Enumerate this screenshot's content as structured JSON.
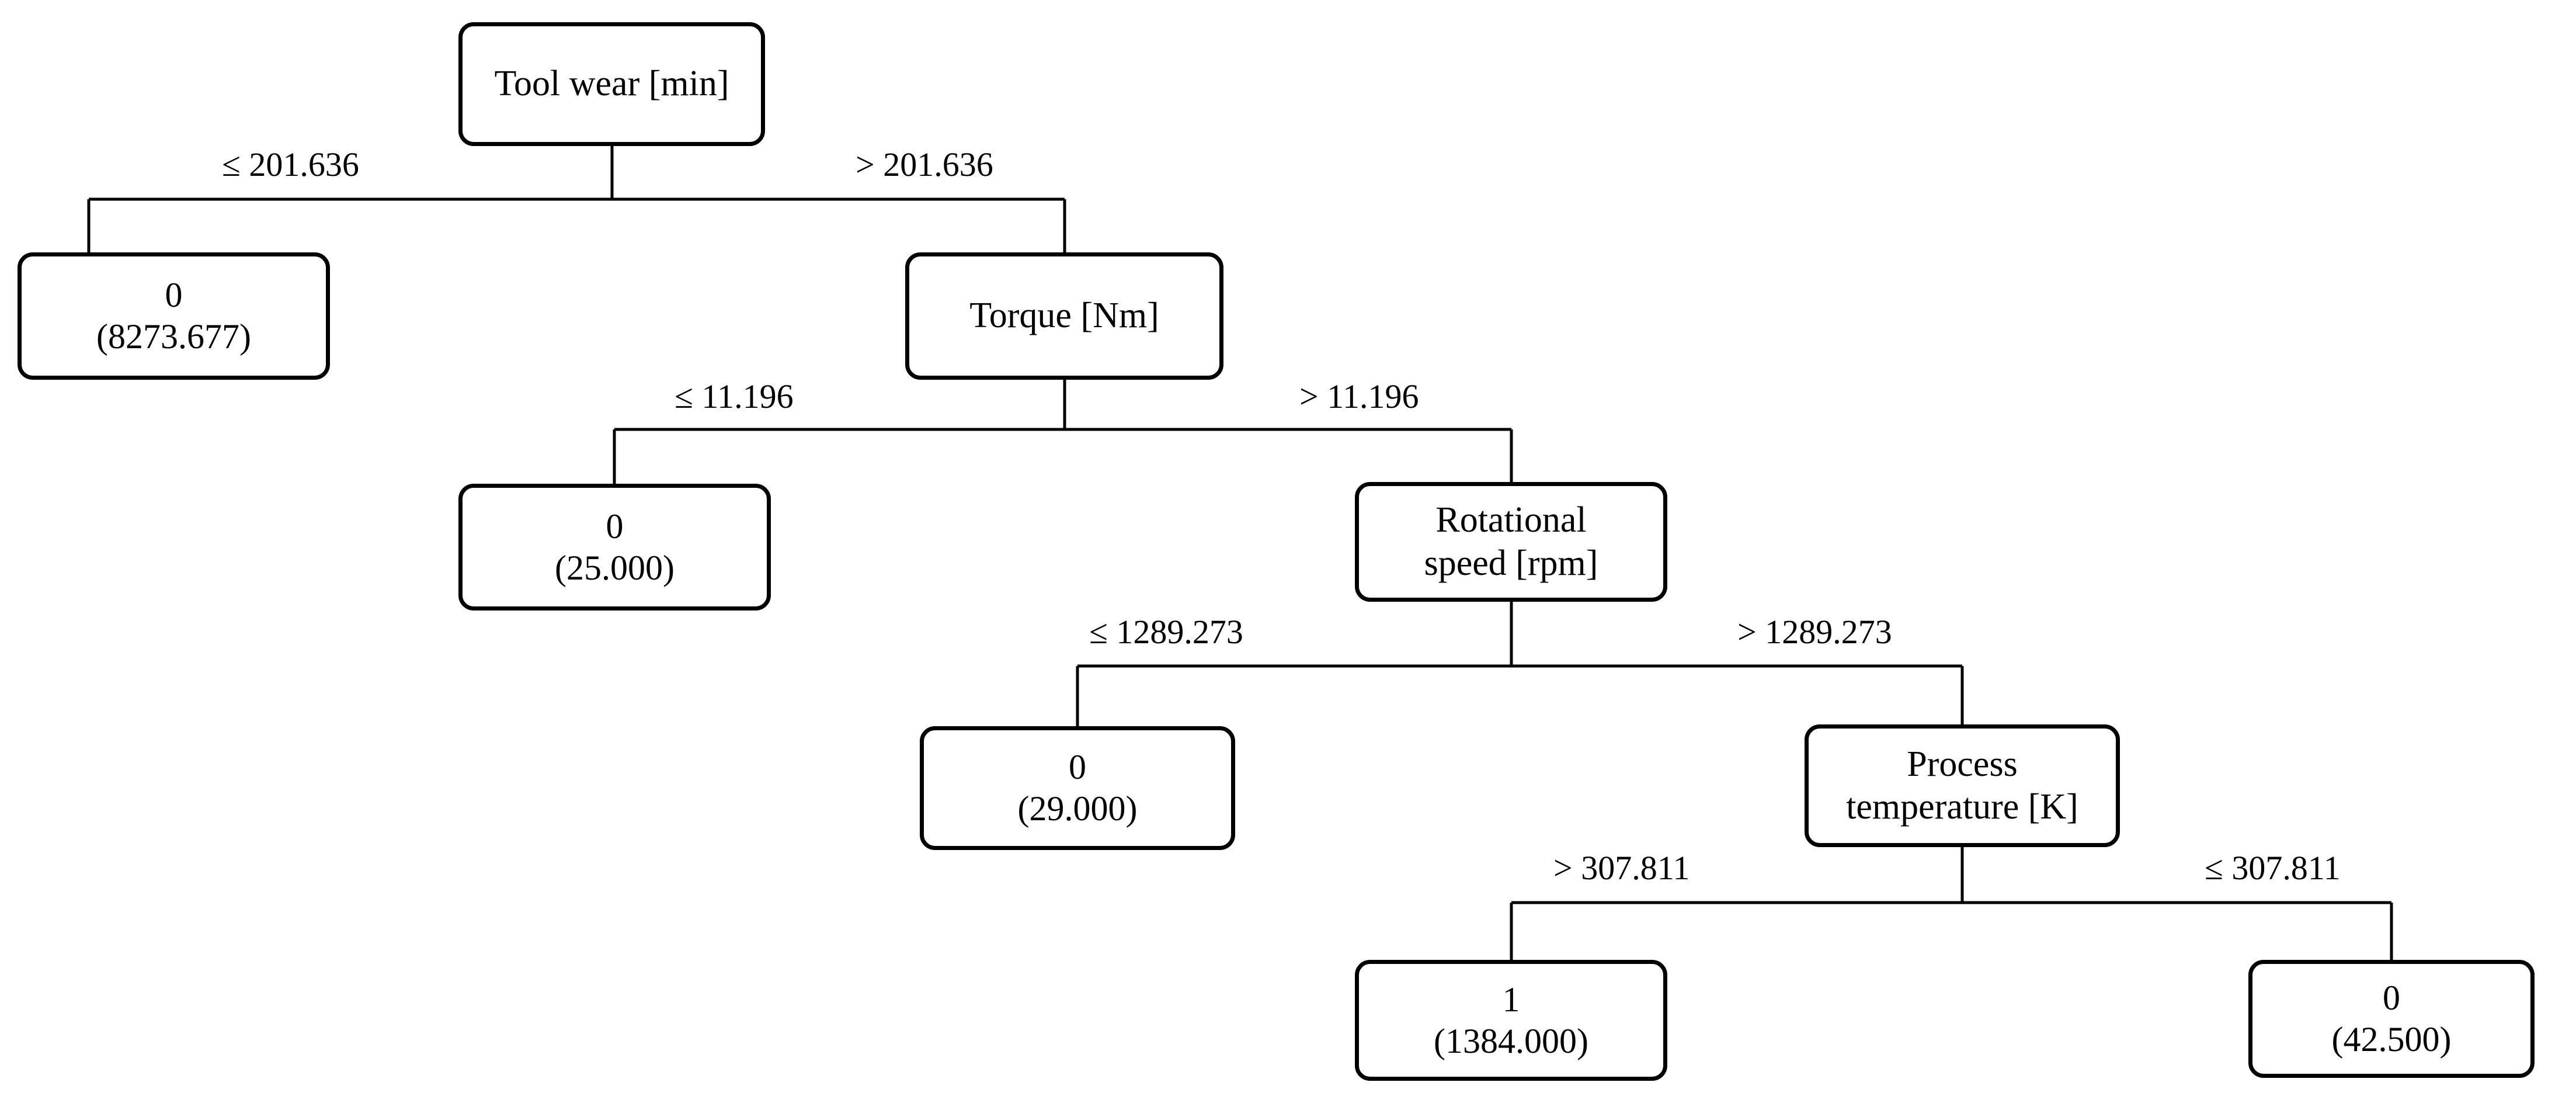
{
  "diagram": {
    "type": "decision-tree",
    "title_text": "",
    "node_shape": "rounded-rectangle",
    "colors": {
      "stroke": "#000000",
      "fill": "#ffffff",
      "text": "#000000",
      "background": "#ffffff"
    },
    "nodes": [
      {
        "id": "n0",
        "role": "root",
        "kind": "internal",
        "line1": "Tool wear [min]",
        "line2": ""
      },
      {
        "id": "n1",
        "role": "leaf",
        "kind": "leaf",
        "line1": "0",
        "line2": "(8273.677)"
      },
      {
        "id": "n2",
        "role": "internal",
        "kind": "internal",
        "line1": "Torque [Nm]",
        "line2": ""
      },
      {
        "id": "n3",
        "role": "leaf",
        "kind": "leaf",
        "line1": "0",
        "line2": "(25.000)"
      },
      {
        "id": "n4",
        "role": "internal",
        "kind": "internal",
        "line1": "Rotational",
        "line2": "speed [rpm]"
      },
      {
        "id": "n5",
        "role": "leaf",
        "kind": "leaf",
        "line1": "0",
        "line2": "(29.000)"
      },
      {
        "id": "n6",
        "role": "internal",
        "kind": "internal",
        "line1": "Process",
        "line2": "temperature [K]"
      },
      {
        "id": "n7",
        "role": "leaf",
        "kind": "leaf",
        "line1": "1",
        "line2": "(1384.000)"
      },
      {
        "id": "n8",
        "role": "leaf",
        "kind": "leaf",
        "line1": "0",
        "line2": "(42.500)"
      }
    ],
    "edges": [
      {
        "id": "e0",
        "from": "n0",
        "to": "n1",
        "label": "≤ 201.636"
      },
      {
        "id": "e1",
        "from": "n0",
        "to": "n2",
        "label": "> 201.636"
      },
      {
        "id": "e2",
        "from": "n2",
        "to": "n3",
        "label": "≤ 11.196"
      },
      {
        "id": "e3",
        "from": "n2",
        "to": "n4",
        "label": "> 11.196"
      },
      {
        "id": "e4",
        "from": "n4",
        "to": "n5",
        "label": "≤ 1289.273"
      },
      {
        "id": "e5",
        "from": "n4",
        "to": "n6",
        "label": "> 1289.273"
      },
      {
        "id": "e6",
        "from": "n6",
        "to": "n7",
        "label": "> 307.811"
      },
      {
        "id": "e7",
        "from": "n6",
        "to": "n8",
        "label": "≤ 307.811"
      }
    ],
    "split_features": [
      "Tool wear [min]",
      "Torque [Nm]",
      "Rotational speed [rpm]",
      "Process temperature [K]"
    ],
    "split_thresholds": [
      "201.636",
      "11.196",
      "1289.273",
      "307.811"
    ],
    "leaf_classes": [
      "0",
      "0",
      "0",
      "1",
      "0"
    ],
    "leaf_weights": [
      "8273.677",
      "25.000",
      "29.000",
      "1384.000",
      "42.500"
    ]
  },
  "chart_data": {
    "type": "table",
    "title": "Decision tree",
    "xlabel": "",
    "ylabel": "",
    "categories": [
      "Tool wear [min]",
      "Torque [Nm]",
      "Rotational speed [rpm]",
      "Process temperature [K]"
    ],
    "values": [
      201.636,
      11.196,
      1289.273,
      307.811
    ],
    "series": [
      {
        "name": "leaf class",
        "values": [
          0,
          0,
          0,
          1,
          0
        ]
      },
      {
        "name": "leaf weight",
        "values": [
          8273.677,
          25.0,
          29.0,
          1384.0,
          42.5
        ]
      }
    ]
  }
}
